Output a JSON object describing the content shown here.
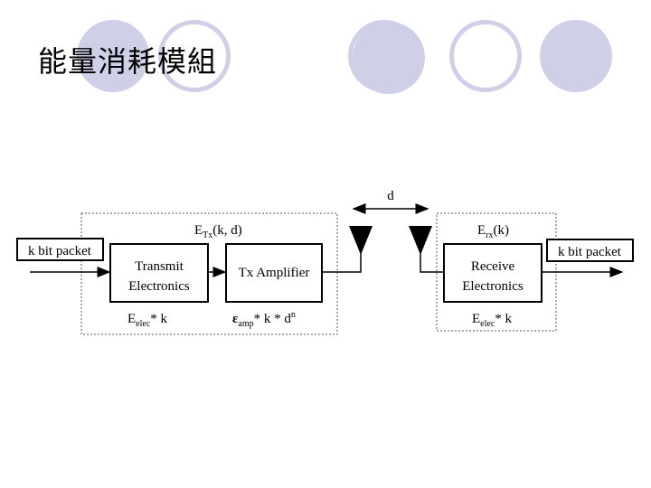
{
  "slide": {
    "title": "能量消耗模組"
  },
  "diagram": {
    "input_packet": "k bit packet",
    "output_packet": "k bit packet",
    "tx_energy": {
      "main": "E",
      "sub": "Tx",
      "rest": "(k, d)"
    },
    "rx_energy": {
      "main": "E",
      "sub": "rx",
      "rest": "(k)"
    },
    "transmit_line1": "Transmit",
    "transmit_line2": "Electronics",
    "amplifier": "Tx Amplifier",
    "receive_line1": "Receive",
    "receive_line2": "Electronics",
    "tx_elec_formula": {
      "main": "E",
      "sub": "elec",
      "rest": "* k"
    },
    "amp_formula": {
      "main": "ε",
      "sub": "amp",
      "rest": "* k * d",
      "sup": "n"
    },
    "rx_elec_formula": {
      "main": "E",
      "sub": "elec",
      "rest": "* k"
    },
    "distance_label": "d"
  },
  "decor": {
    "circle_color": "#cfcfe8"
  }
}
